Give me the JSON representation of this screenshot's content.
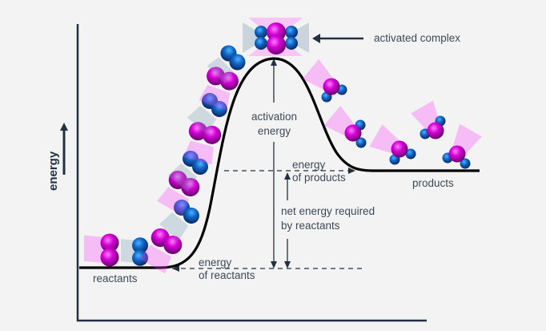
{
  "diagram": {
    "title": "Energy diagram of a reaction",
    "axis_label": "energy",
    "labels": {
      "activated_complex": "activated complex",
      "activation_energy_line1": "activation",
      "activation_energy_line2": "energy",
      "energy_of_products_line1": "energy",
      "energy_of_products_line2": "of products",
      "net_energy_line1": "net energy required",
      "net_energy_line2": "by reactants",
      "energy_of_reactants_line1": "energy",
      "energy_of_reactants_line2": "of reactants",
      "reactants": "reactants",
      "products": "products"
    },
    "colors": {
      "axis": "#22313f",
      "curve": "#000000",
      "text": "#3c4a57",
      "molecule_a": "#d000d0",
      "molecule_b": "#1060c0",
      "glow_a": "#ff40ff",
      "glow_b": "#6a8fa8"
    },
    "levels": {
      "reactants": "low",
      "activated_complex": "peak",
      "products": "intermediate"
    }
  }
}
